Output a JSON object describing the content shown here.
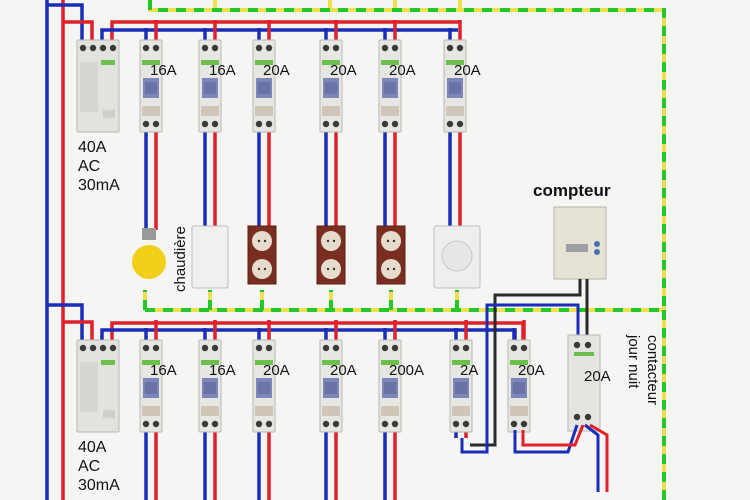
{
  "colors": {
    "phase": "#e0202a",
    "neutral": "#1a2db8",
    "earth_green": "#22c82a",
    "earth_yellow": "#f0e050",
    "meter_wire": "#2a2a2a",
    "background": "#f5f5f4"
  },
  "top_row": {
    "differential": {
      "rating": "40A",
      "type": "AC",
      "sensitivity": "30mA"
    },
    "breakers": [
      {
        "rating": "16A",
        "load": "lamp"
      },
      {
        "rating": "16A",
        "load": "boiler"
      },
      {
        "rating": "20A",
        "load": "socket"
      },
      {
        "rating": "20A",
        "load": "socket"
      },
      {
        "rating": "20A",
        "load": "socket"
      },
      {
        "rating": "20A",
        "load": "dryer"
      }
    ],
    "boiler_label": "chaudière"
  },
  "bottom_row": {
    "differential": {
      "rating": "40A",
      "type": "AC",
      "sensitivity": "30mA"
    },
    "breakers": [
      {
        "rating": "16A"
      },
      {
        "rating": "16A"
      },
      {
        "rating": "20A"
      },
      {
        "rating": "20A"
      },
      {
        "rating": "200A"
      },
      {
        "rating": "2A"
      },
      {
        "rating": "20A"
      }
    ],
    "contactor": {
      "rating": "20A",
      "label_line1": "contacteur",
      "label_line2": "jour nuit"
    }
  },
  "meter": {
    "label": "compteur"
  }
}
